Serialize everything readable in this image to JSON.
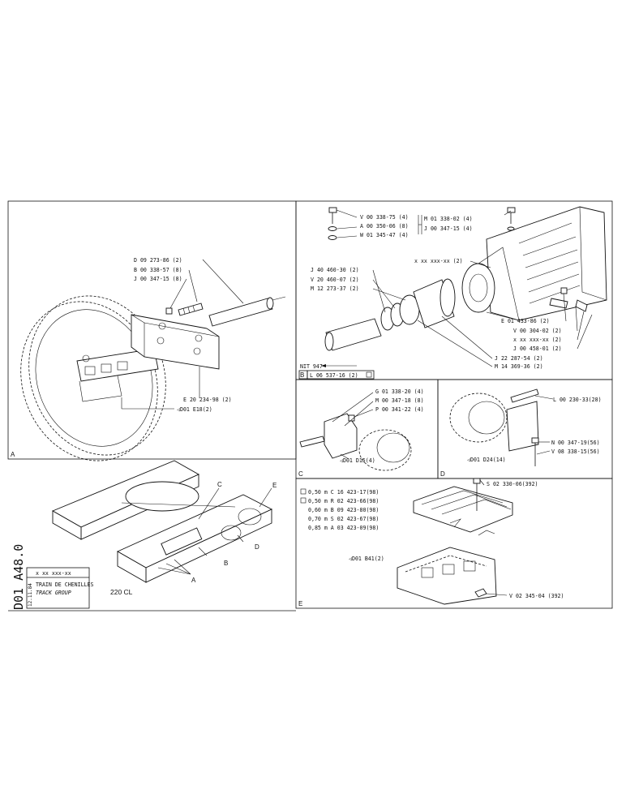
{
  "sheet": {
    "code": "D01  A48.0",
    "date": "12.11.84",
    "part_no": "x xx xxx-xx",
    "title_fr": "TRAIN DE CHENILLES",
    "title_en": "TRACK GROUP",
    "model": "220 CL"
  },
  "panel_a": {
    "letter": "A",
    "labels": [
      "D 09 273-86 (2)",
      "B 00 338-57 (8)",
      "J 00 347-15 (8)",
      "E 20 234-98 (2)",
      "◁D01 E18(2)"
    ]
  },
  "panel_b": {
    "letter": "B",
    "top_labels": [
      "V 00 338-75 (4)",
      "A 00 350-06 (8)",
      "W 01 345-47 (4)"
    ],
    "top_right_labels": [
      "M 01 338-02 (4)",
      "J 00 347-15 (4)"
    ],
    "hub_label": "x xx xxx-xx (2)",
    "left_labels": [
      "J 40 460-30 (2)",
      "V 20 460-07 (2)",
      "M 12 273-37 (2)"
    ],
    "right_labels": [
      "E 01 433-86 (2)",
      "V 00 304-02 (2)",
      "x xx xxx-xx (2)",
      "J 00 458-01 (2)"
    ],
    "bottom_labels": [
      "J 22 287-54 (2)",
      "M 14 369-36 (2)"
    ],
    "nit": "NIT 947",
    "box_label": "L 06 537-16 (2)"
  },
  "panel_c": {
    "letter": "C",
    "labels": [
      "G 01 338-20 (4)",
      "M 00 347-18 (8)",
      "P 00 341-22 (4)",
      "◁D01 D15(4)"
    ]
  },
  "panel_d": {
    "letter": "D",
    "labels": [
      "L 00 230-33(28)",
      "N 00 347-19(56)",
      "V 08 338-15(56)",
      "◁D01 D24(14)"
    ]
  },
  "panel_e": {
    "letter": "E",
    "top_label": "S 02 330-06(392)",
    "shoe_table": [
      "0,50 m  C 16 423-17(98)",
      "0,50 m  R 02 423-66(98)",
      "0,60 m  B 09 423-80(98)",
      "0,70 m  S 02 423-67(98)",
      "0,85 m  A 03 423-09(98)"
    ],
    "ref_label": "◁D01 B41(2)",
    "bottom_label": "V 02 345-04 (392)"
  },
  "overview": {
    "callouts": [
      "A",
      "B",
      "C",
      "D",
      "E"
    ]
  }
}
